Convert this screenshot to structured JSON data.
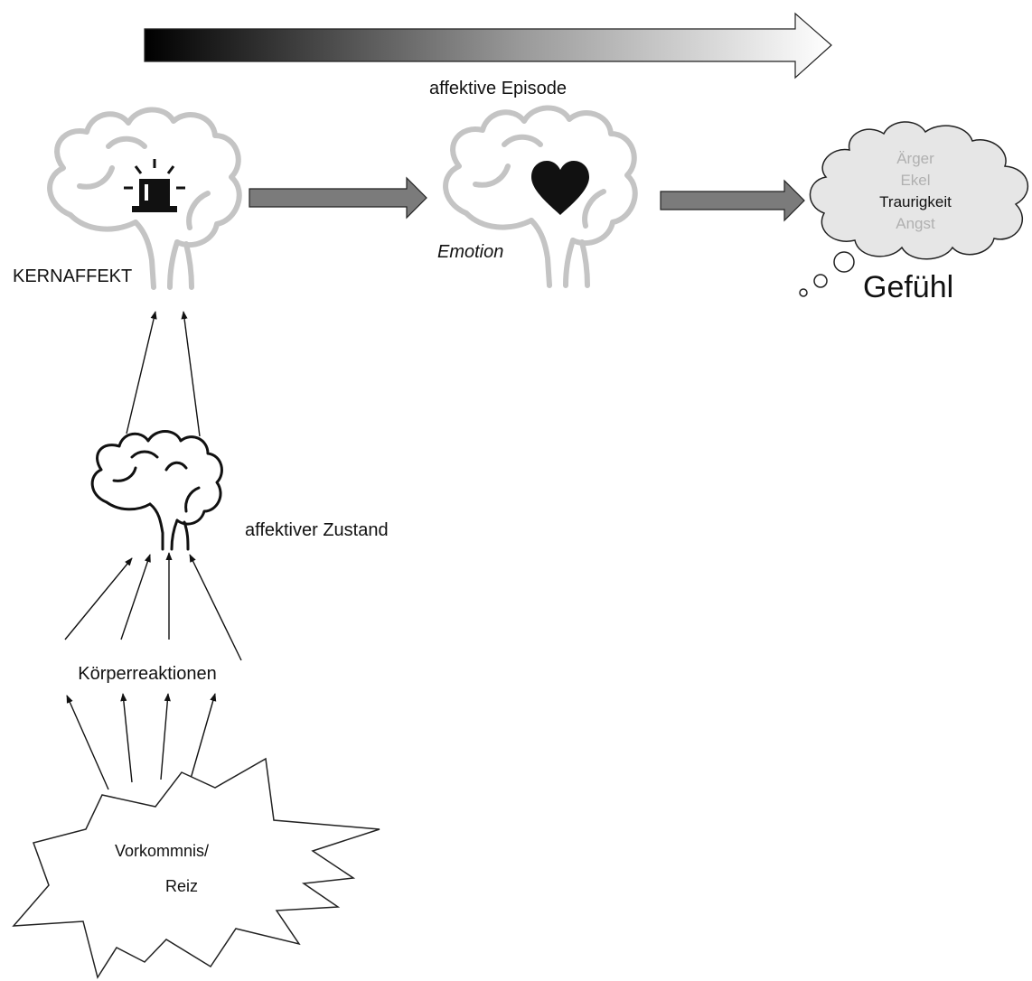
{
  "episode_label": "affektive Episode",
  "core_affect_label": "KERNAFFEKT",
  "emotion_label": "Emotion",
  "feeling_label": "Gefühl",
  "affective_state_label": "affektiver Zustand",
  "body_reactions_label": "Körperreaktionen",
  "event_label_line1": "Vorkommnis/",
  "event_label_line2": "Reiz",
  "feelings": [
    {
      "label": "Ärger",
      "color": "#b0b0b0"
    },
    {
      "label": "Ekel",
      "color": "#b0b0b0"
    },
    {
      "label": "Traurigkeit",
      "color": "#111111"
    },
    {
      "label": "Angst",
      "color": "#b0b0b0"
    }
  ],
  "colors": {
    "brain_outline_gray": "#c4c4c4",
    "brain_outline_black": "#111111",
    "flow_arrow_fill": "#7b7b7b",
    "cloud_fill": "#e6e6e6"
  },
  "icons": {
    "core_affect": "siren-icon",
    "emotion": "heart-icon"
  }
}
